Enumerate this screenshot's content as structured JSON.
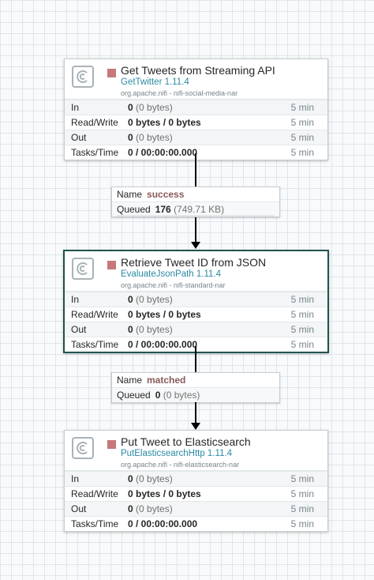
{
  "processors": [
    {
      "name": "Get Tweets from Streaming API",
      "type": "GetTwitter 1.11.4",
      "bundle": "org.apache.nifi - nifi-social-media-nar",
      "icon": "processor-icon",
      "status": "stopped-icon",
      "stats": {
        "in_label": "In",
        "in_bold": "0",
        "in_paren": "(0 bytes)",
        "in_time": "5 min",
        "rw_label": "Read/Write",
        "rw_value": "0 bytes / 0 bytes",
        "rw_time": "5 min",
        "out_label": "Out",
        "out_bold": "0",
        "out_paren": "(0 bytes)",
        "out_time": "5 min",
        "tasks_label": "Tasks/Time",
        "tasks_value": "0 / 00:00:00.000",
        "tasks_time": "5 min"
      }
    },
    {
      "name": "Retrieve Tweet ID from JSON",
      "type": "EvaluateJsonPath 1.11.4",
      "bundle": "org.apache.nifi - nifi-standard-nar",
      "icon": "processor-icon",
      "status": "stopped-icon",
      "stats": {
        "in_label": "In",
        "in_bold": "0",
        "in_paren": "(0 bytes)",
        "in_time": "5 min",
        "rw_label": "Read/Write",
        "rw_value": "0 bytes / 0 bytes",
        "rw_time": "5 min",
        "out_label": "Out",
        "out_bold": "0",
        "out_paren": "(0 bytes)",
        "out_time": "5 min",
        "tasks_label": "Tasks/Time",
        "tasks_value": "0 / 00:00:00.000",
        "tasks_time": "5 min"
      }
    },
    {
      "name": "Put Tweet to Elasticsearch",
      "type": "PutElasticsearchHttp 1.11.4",
      "bundle": "org.apache.nifi - nifi-elasticsearch-nar",
      "icon": "processor-icon",
      "status": "stopped-icon",
      "stats": {
        "in_label": "In",
        "in_bold": "0",
        "in_paren": "(0 bytes)",
        "in_time": "5 min",
        "rw_label": "Read/Write",
        "rw_value": "0 bytes / 0 bytes",
        "rw_time": "5 min",
        "out_label": "Out",
        "out_bold": "0",
        "out_paren": "(0 bytes)",
        "out_time": "5 min",
        "tasks_label": "Tasks/Time",
        "tasks_value": "0 / 00:00:00.000",
        "tasks_time": "5 min"
      }
    }
  ],
  "connections": [
    {
      "name_label": "Name",
      "name": "success",
      "queued_label": "Queued",
      "queued_count": "176",
      "queued_size": "(749.71 KB)"
    },
    {
      "name_label": "Name",
      "name": "matched",
      "queued_label": "Queued",
      "queued_count": "0",
      "queued_size": "(0 bytes)"
    }
  ],
  "colors": {
    "status_stopped": "#c6787a",
    "type_link": "#2b8aa3",
    "selected_border": "#1f5350"
  }
}
